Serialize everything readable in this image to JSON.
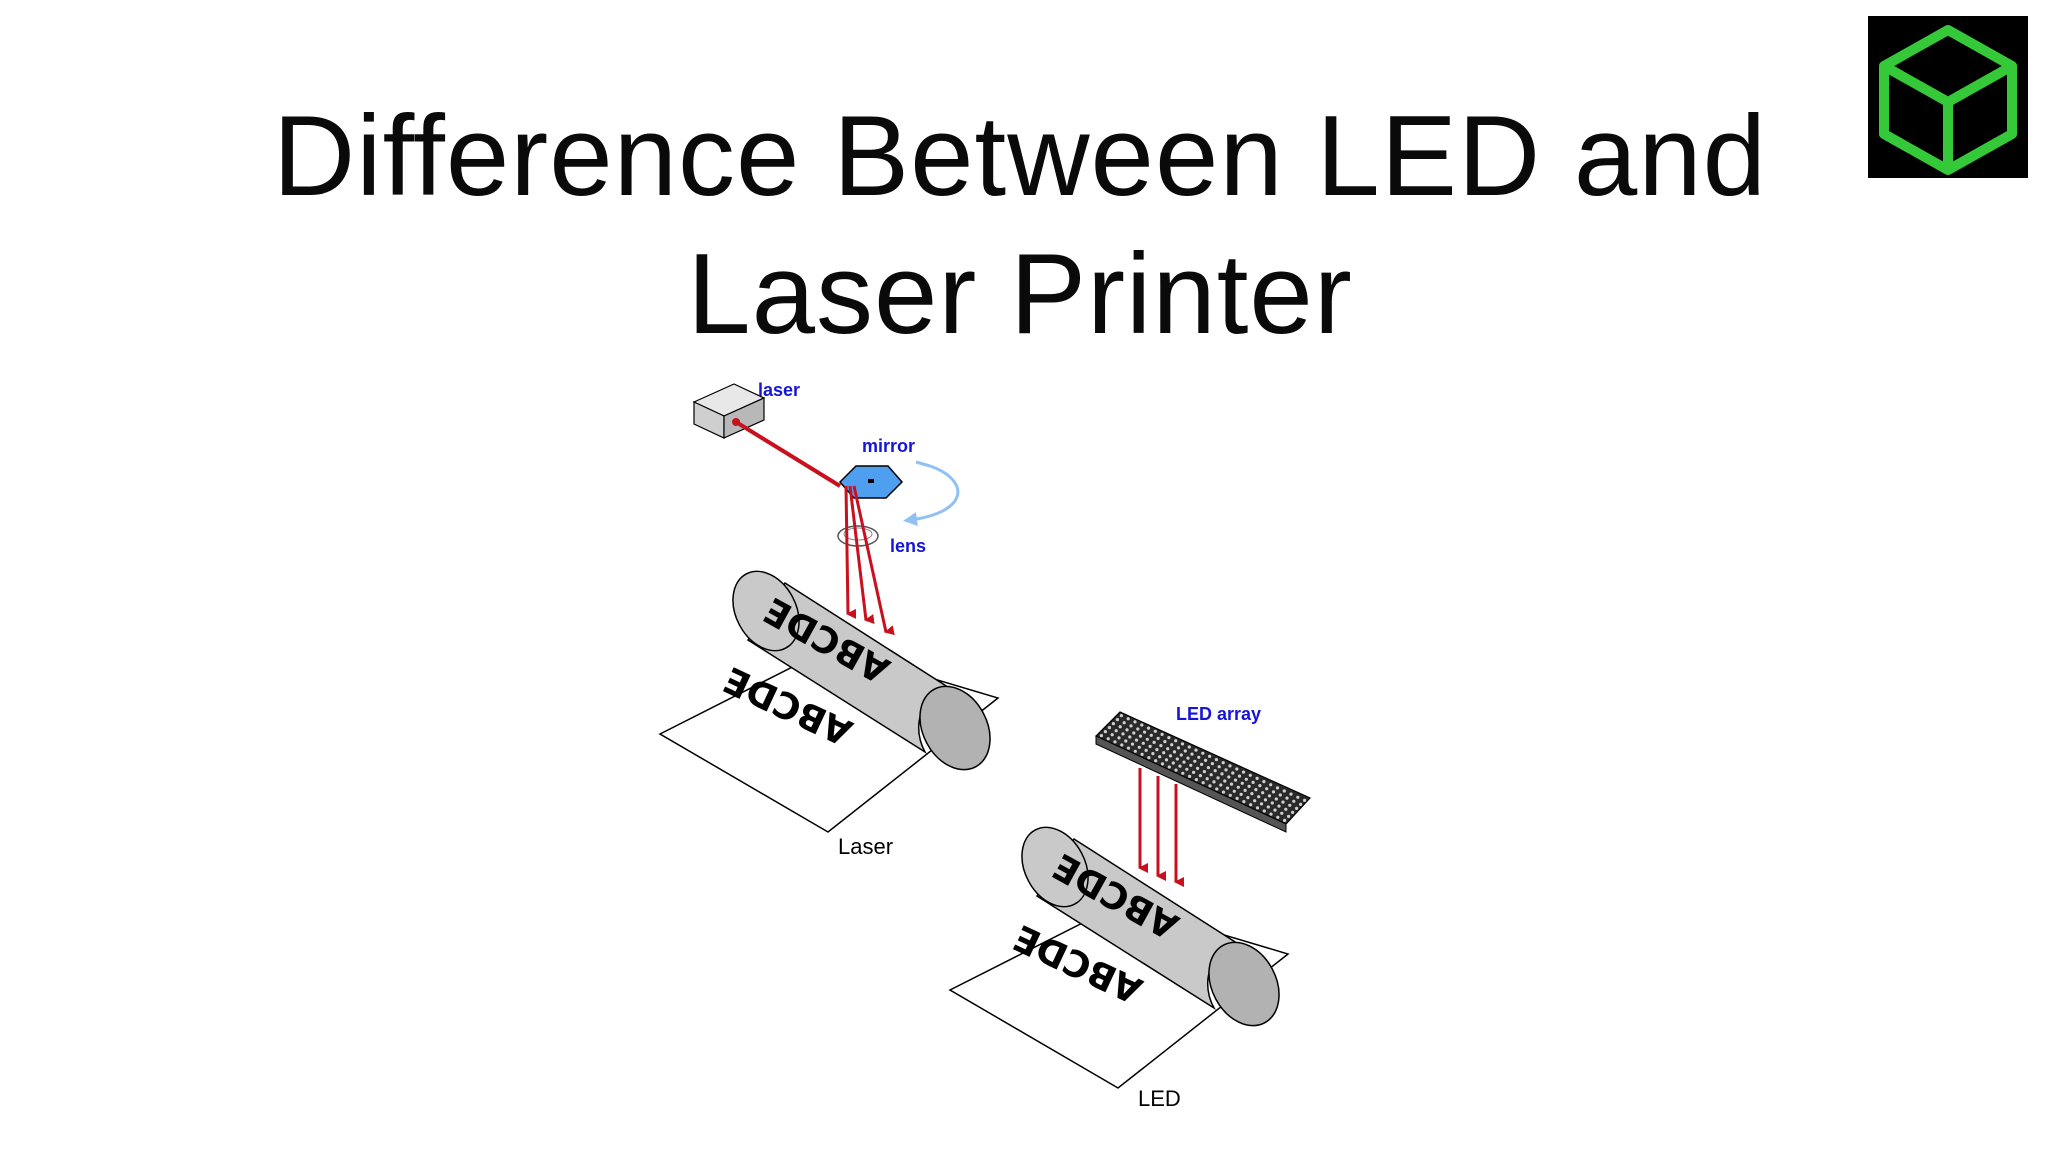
{
  "slide": {
    "title_line1": "Difference Between LED and",
    "title_line2": "Laser Printer"
  },
  "logo": {
    "icon": "green-cube-icon",
    "background": "#000000",
    "stroke": "#35c93a"
  },
  "diagram": {
    "laser_panel": {
      "laser_label": "laser",
      "mirror_label": "mirror",
      "lens_label": "lens",
      "drum_text": "ABCDE",
      "paper_text": "ABCDE",
      "caption": "Laser"
    },
    "led_panel": {
      "array_label": "LED array",
      "drum_text": "ABCDE",
      "paper_text": "ABCDE",
      "caption": "LED"
    },
    "colors": {
      "beam": "#c8101e",
      "label_blue": "#1515d6",
      "drum": "#c9c9c9",
      "mirror": "#4f9ff0",
      "arrow": "#8fc2f2"
    }
  }
}
